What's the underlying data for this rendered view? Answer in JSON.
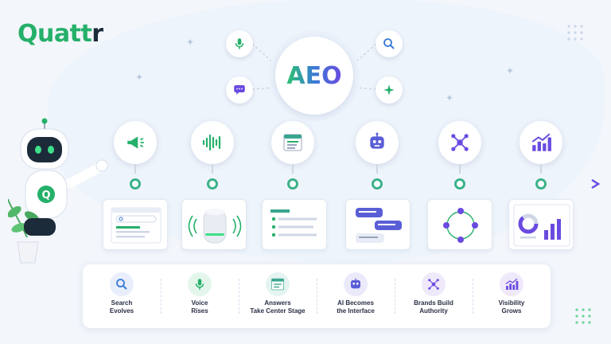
{
  "brand": {
    "name_main": "Quatt",
    "name_accent": "r"
  },
  "hub": {
    "label": "AEO"
  },
  "satellites": [
    {
      "icon": "microphone-icon"
    },
    {
      "icon": "chat-bubble-icon"
    },
    {
      "icon": "search-icon"
    },
    {
      "icon": "sparkle-icon"
    }
  ],
  "timeline": {
    "milestones": [
      {
        "icon": "megaphone-icon",
        "card": "search-results-card"
      },
      {
        "icon": "soundwave-icon",
        "card": "smart-speaker-card"
      },
      {
        "icon": "document-list-icon",
        "card": "answer-list-card"
      },
      {
        "icon": "robot-icon",
        "card": "chat-messages-card"
      },
      {
        "icon": "network-icon",
        "card": "people-network-card"
      },
      {
        "icon": "growth-chart-icon",
        "card": "analytics-card"
      }
    ]
  },
  "steps": [
    {
      "label": "Search\nEvolves",
      "icon": "search-icon"
    },
    {
      "label": "Voice\nRises",
      "icon": "microphone-icon"
    },
    {
      "label": "Answers\nTake Center Stage",
      "icon": "document-list-icon"
    },
    {
      "label": "AI Becomes\nthe Interface",
      "icon": "robot-icon"
    },
    {
      "label": "Brands Build\nAuthority",
      "icon": "network-icon"
    },
    {
      "label": "Visibility\nGrows",
      "icon": "growth-chart-icon"
    }
  ],
  "colors": {
    "green": "#25b06a",
    "blue": "#3a7bd5",
    "purple": "#6a4be0",
    "navy": "#1c2b3a"
  }
}
